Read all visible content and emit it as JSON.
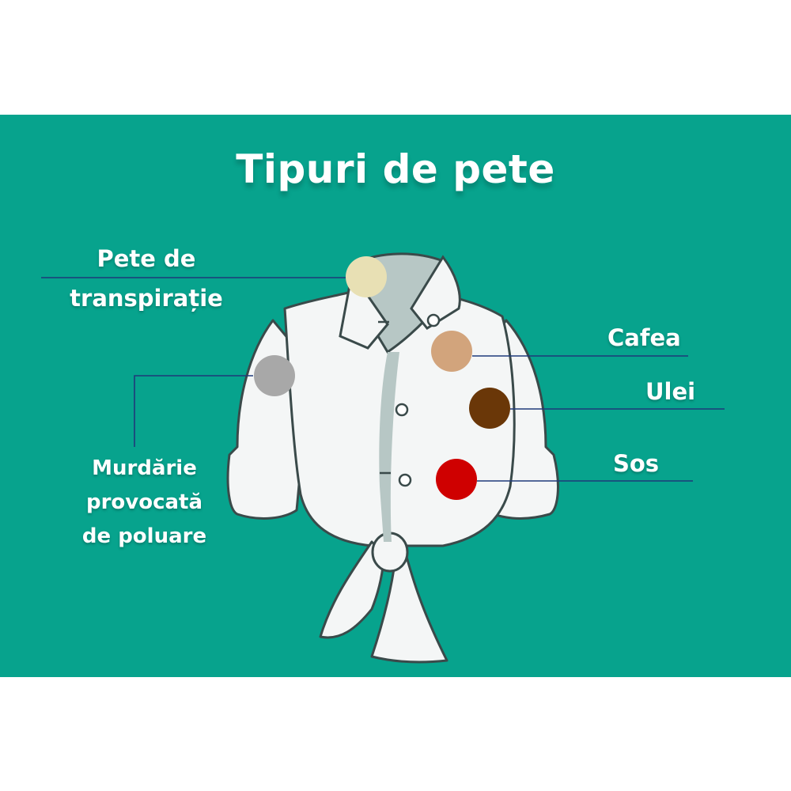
{
  "title": "Tipuri de pete",
  "labels": {
    "sweat_line1": "Pete de",
    "sweat_line2": "transpirație",
    "coffee": "Cafea",
    "oil": "Ulei",
    "sauce": "Sos",
    "dirt_line1": "Murdărie",
    "dirt_line2": "provocată",
    "dirt_line3": "de poluare"
  },
  "colors": {
    "background": "#07a38d",
    "leader_line": "#1f3a7a",
    "sweat": "#e8e0b4",
    "coffee": "#d2a47c",
    "oil": "#6a3708",
    "sauce": "#cf0000",
    "dirt": "#a8a8a8"
  },
  "icons": [
    "shirt-illustration"
  ]
}
